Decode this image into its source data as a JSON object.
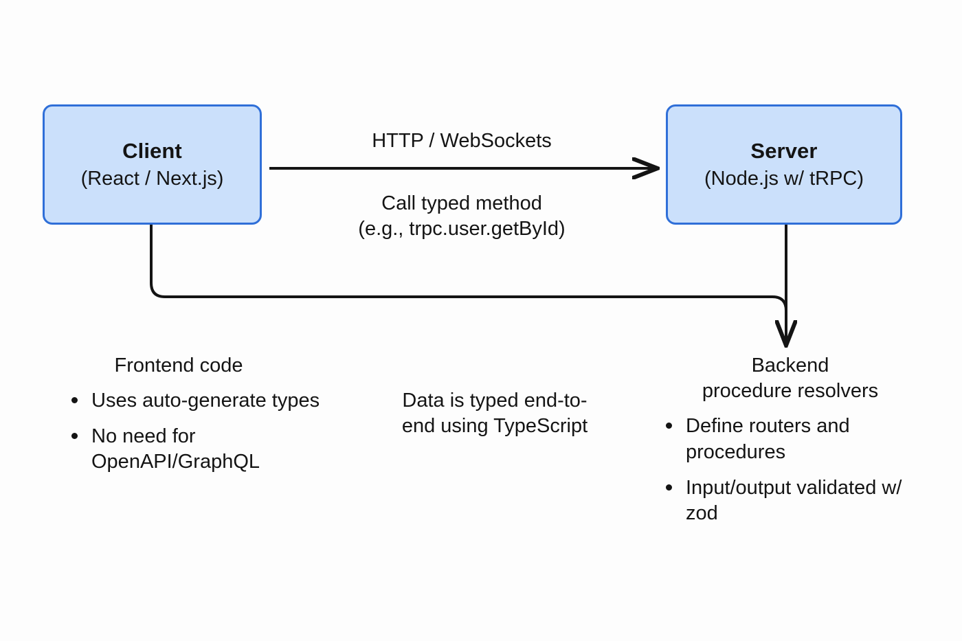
{
  "diagram": {
    "title": "tRPC client-server typed data flow",
    "background_color": "#fdfdfd",
    "node_fill_color": "#cbe0fb",
    "node_border_color": "#2f6fd8",
    "connector_color": "#141414"
  },
  "nodes": {
    "client": {
      "title": "Client",
      "subtitle": "(React / Next.js)"
    },
    "server": {
      "title": "Server",
      "subtitle": "(Node.js w/ tRPC)"
    }
  },
  "edges": {
    "transport_label": "HTTP / WebSockets",
    "call_label": "Call typed method\n(e.g., trpc.user.getById)"
  },
  "center_note": "Data is typed end-to-\nend using TypeScript",
  "frontend": {
    "heading": "Frontend code",
    "items": [
      "Uses auto-generate types",
      "No need for OpenAPI/GraphQL"
    ]
  },
  "backend": {
    "heading": "Backend\nprocedure resolvers",
    "items": [
      "Define routers and procedures",
      "Input/output validated w/ zod"
    ]
  }
}
